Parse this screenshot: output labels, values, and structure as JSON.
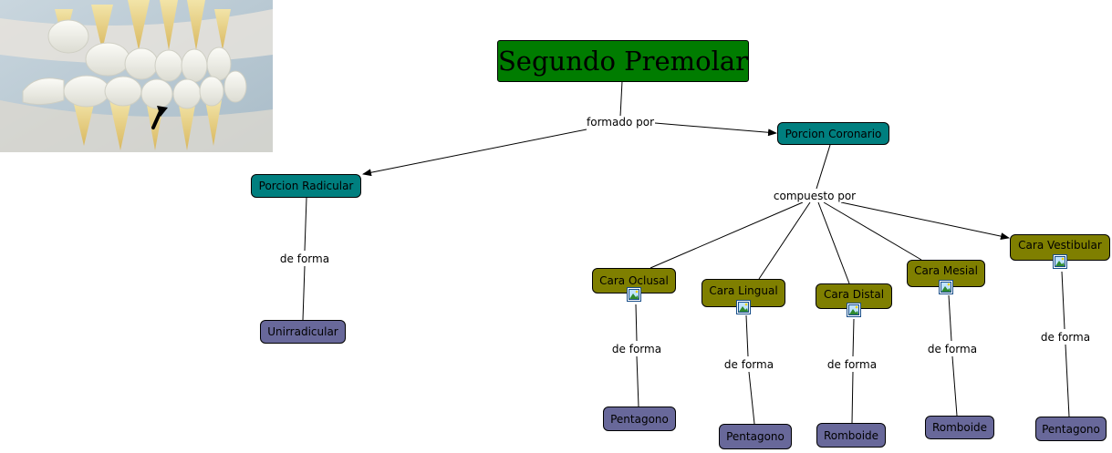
{
  "title": "Segundo Premolar",
  "nodes": {
    "root": "Segundo Premolar",
    "coronario": "Porcion Coronario",
    "radicular": "Porcion Radicular",
    "unirradicular": "Unirradicular",
    "oclusal": "Cara Oclusal",
    "lingual": "Cara Lingual",
    "distal": "Cara Distal",
    "mesial": "Cara Mesial",
    "vestibular": "Cara Vestibular",
    "pent1": "Pentagono",
    "pent2": "Pentagono",
    "romb1": "Romboide",
    "romb2": "Romboide",
    "pent3": "Pentagono"
  },
  "links": {
    "formado": "formado por",
    "compuesto": "compuesto por",
    "deforma_rad": "de forma",
    "deforma_ocl": "de forma",
    "deforma_lin": "de forma",
    "deforma_dis": "de forma",
    "deforma_mes": "de forma",
    "deforma_ves": "de forma"
  },
  "colors": {
    "main": "#007c00",
    "portion": "#007f7f",
    "face": "#7f7f00",
    "shape": "#68689a"
  },
  "icons": {
    "photo": "teeth-photo",
    "attached_image": "image-icon"
  }
}
